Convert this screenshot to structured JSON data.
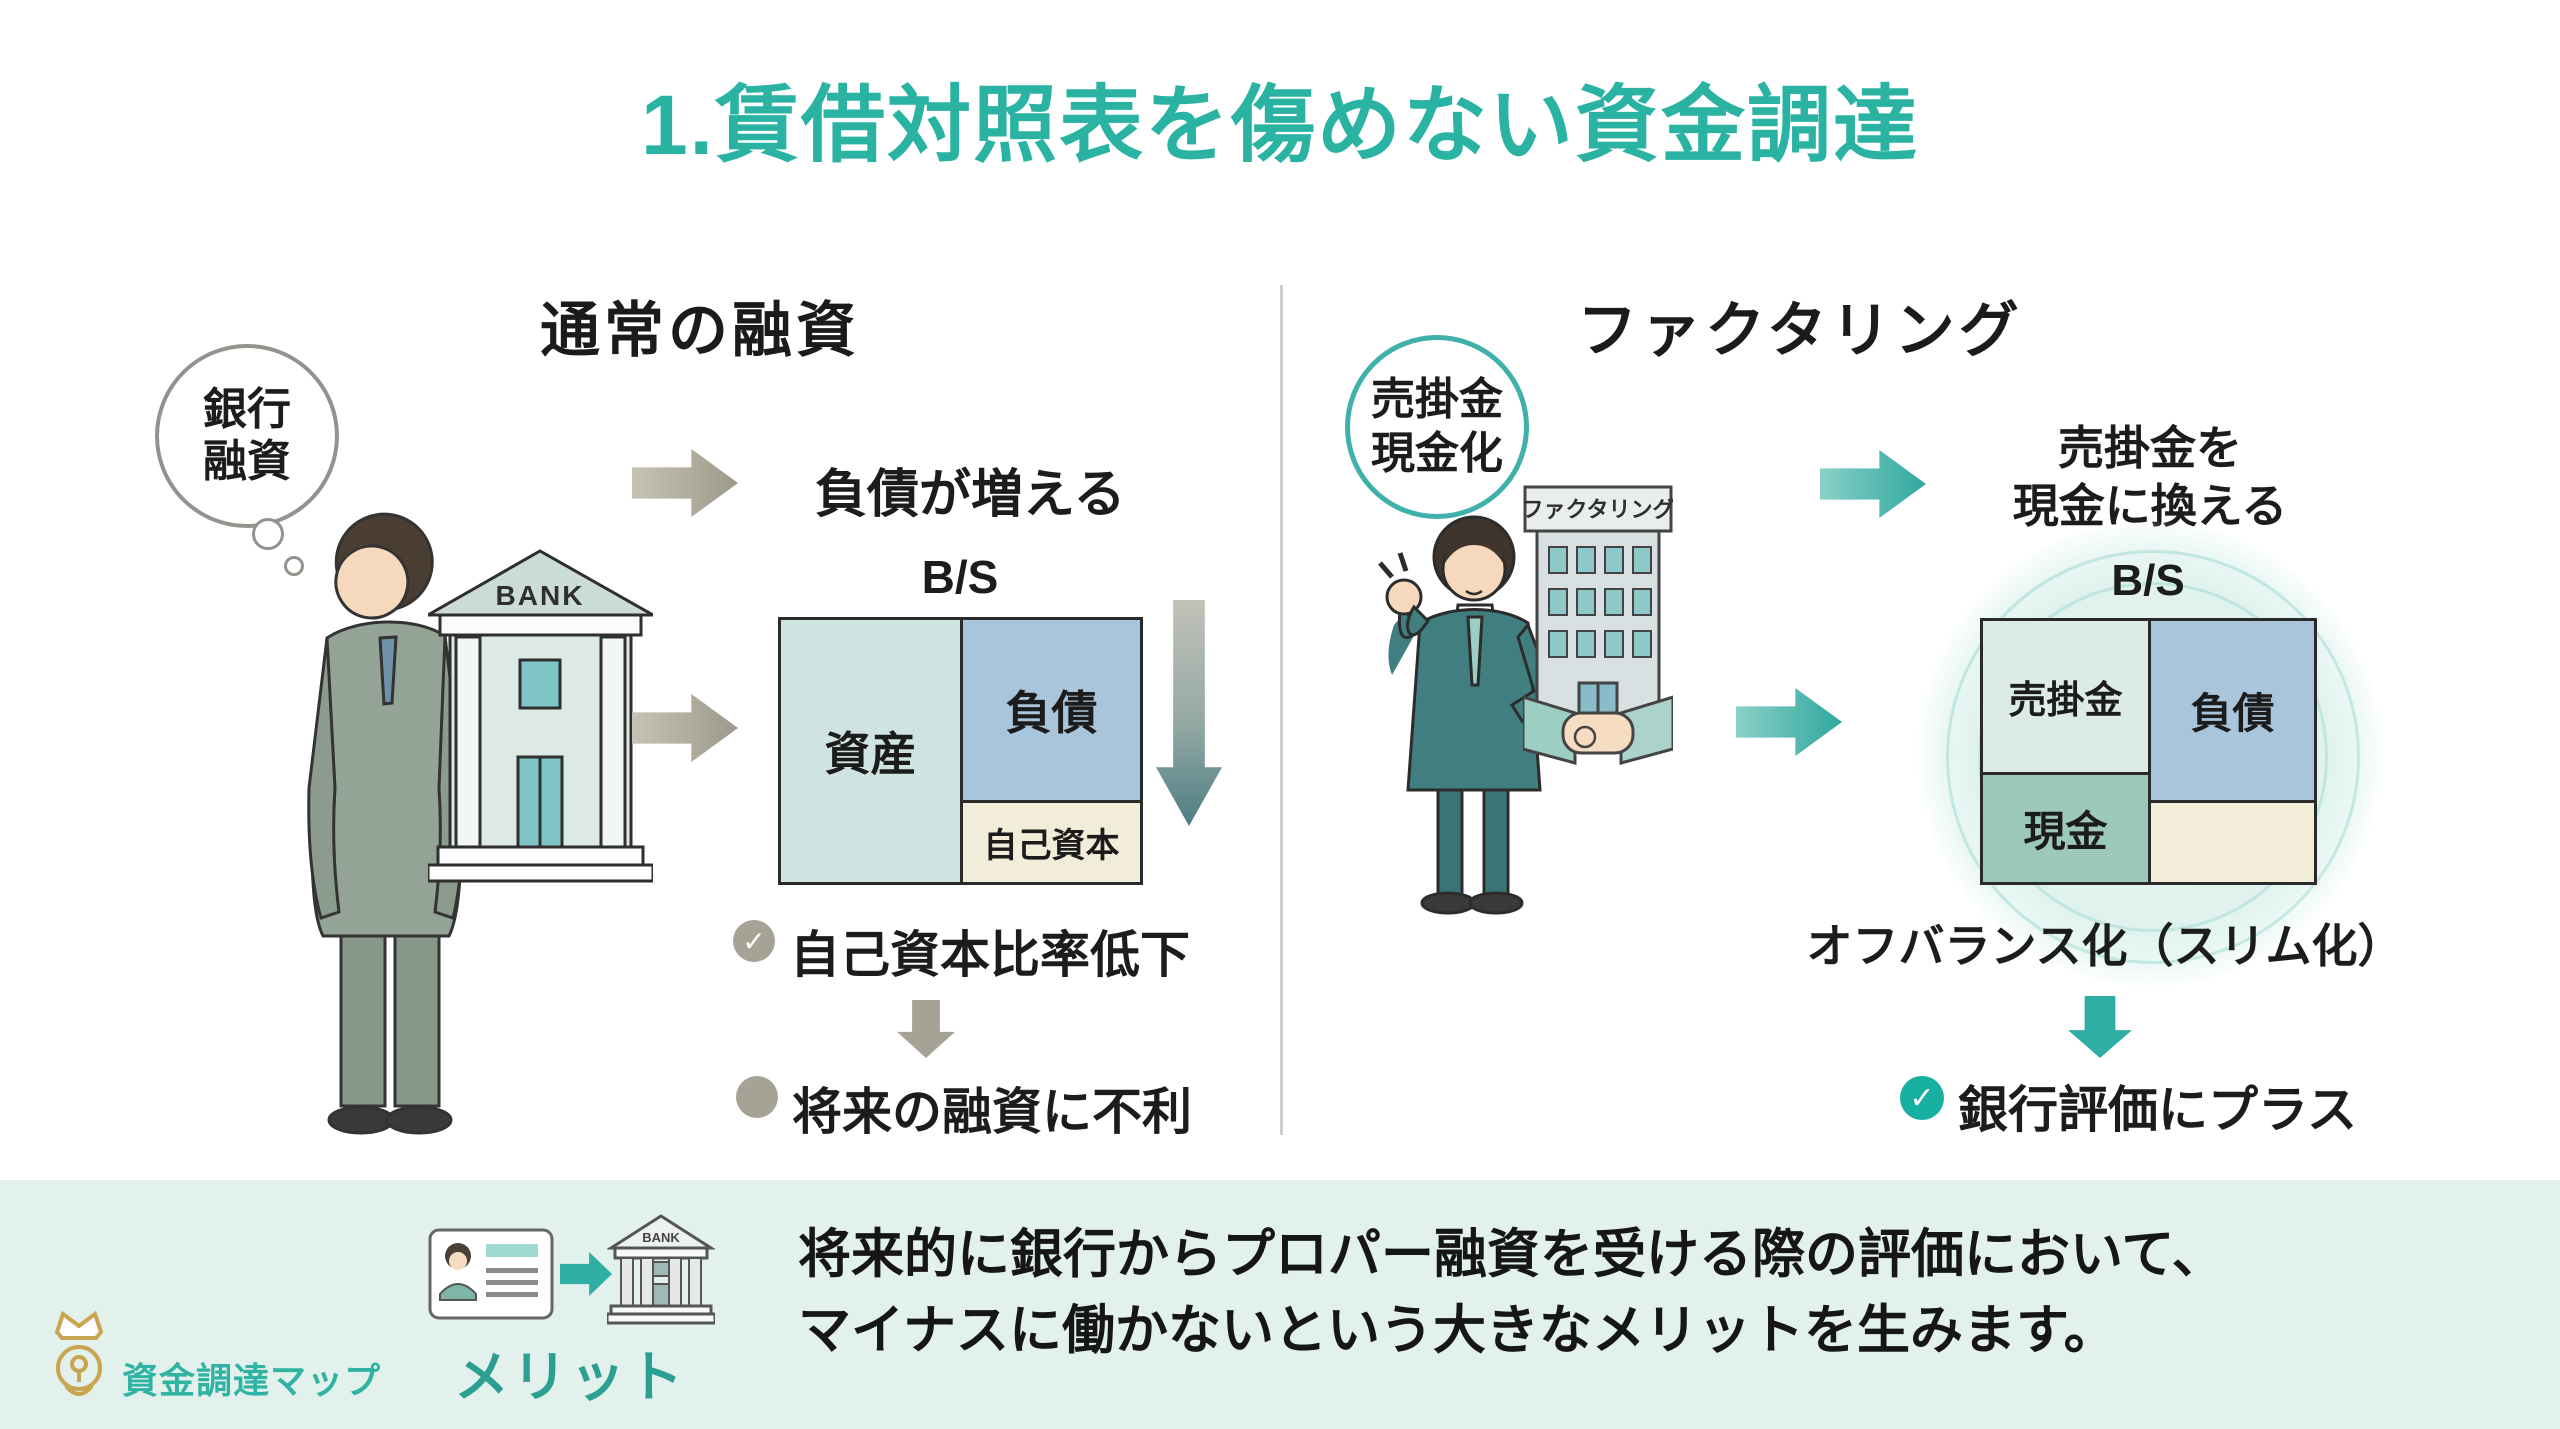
{
  "title": "1.賃借対照表を傷めない資金調達",
  "icons": {
    "check": "✓"
  },
  "left": {
    "header": "通常の融資",
    "bubble1": "銀行",
    "bubble2": "融資",
    "bank": "BANK",
    "arrow_text": "負債が増える",
    "bs": "B/S",
    "assets": "資産",
    "liab": "負債",
    "equity": "自己資本",
    "point1": "自己資本比率低下",
    "point2": "将来の融資に不利"
  },
  "right": {
    "header": "ファクタリング",
    "badge1": "売掛金",
    "badge2": "現金化",
    "sign": "ファクタリング",
    "arrow_text1": "売掛金を",
    "arrow_text2": "現金に換える",
    "bs": "B/S",
    "receivables": "売掛金",
    "cash": "現金",
    "liab": "負債",
    "offbalance": "オフバランス化（スリム化）",
    "point": "銀行評価にプラス"
  },
  "footer": {
    "merit": "メリット",
    "bank": "BANK",
    "line1": "将来的に銀行からプロパー融資を受ける際の評価において、",
    "line2": "マイナスに働かないという大きなメリットを生みます。",
    "logo": "資金調達マップ"
  },
  "colors": {
    "accent_teal": "#2AB3A2",
    "cell_assets": "#CFE3E1",
    "cell_liabilities": "#A9C5DB",
    "cell_equity": "#F2EDD8",
    "cell_cash": "#9DC9BC",
    "cell_receivables": "#DCEBE8",
    "footer_band": "#E3F1ED",
    "gray_icon": "#A6A396"
  }
}
